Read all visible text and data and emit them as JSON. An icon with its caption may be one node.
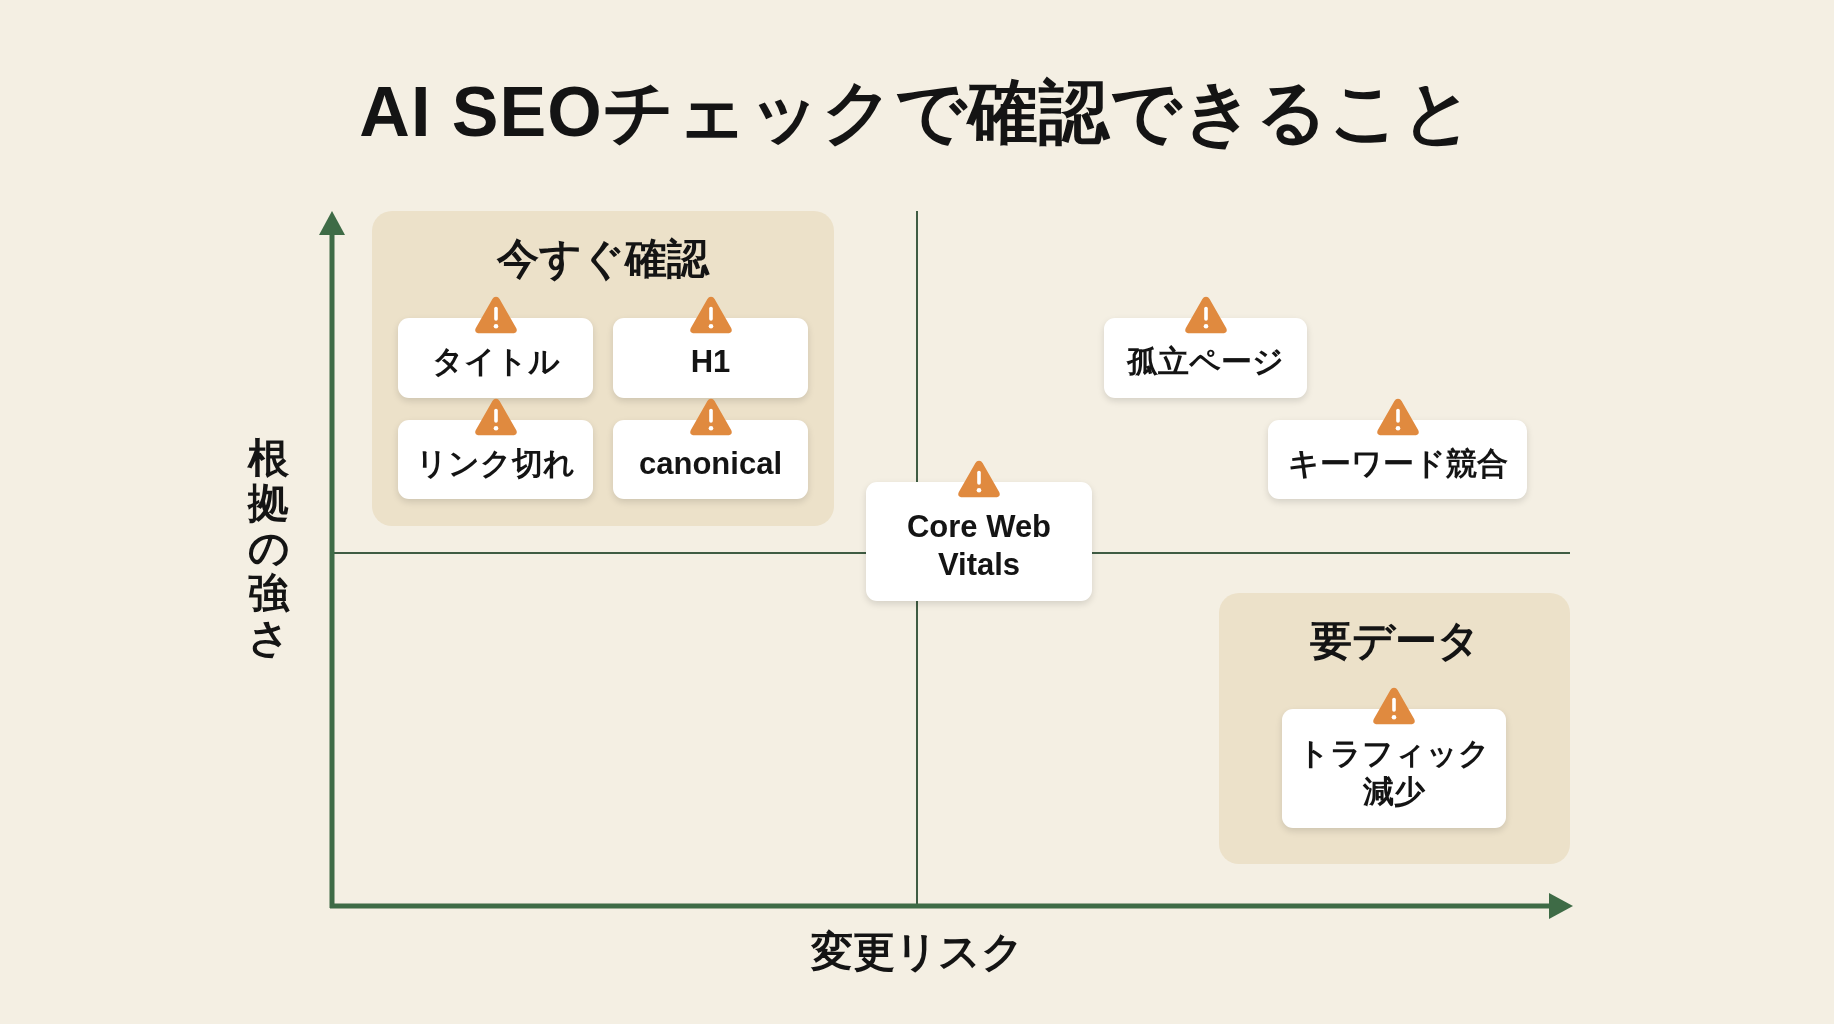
{
  "diagram": {
    "title": "AI SEOチェックで確認できること",
    "nodes": [
      {
        "text": [
          "今すぐ確認"
        ]
      },
      {
        "text": [
          "タイトル"
        ],
        "in": 0
      },
      {
        "text": [
          "H1"
        ],
        "in": 0
      },
      {
        "text": [
          "リンク切れ"
        ],
        "in": 0
      },
      {
        "text": [
          "canonical"
        ],
        "in": 0
      },
      {
        "text": [
          "孤立ページ"
        ]
      },
      {
        "text": [
          "キーワード競合"
        ]
      },
      {
        "text": [
          "Core Web Vitals"
        ]
      },
      {
        "text": [
          "要データ"
        ]
      },
      {
        "text": [
          "トラフィック減少"
        ],
        "in": 8
      }
    ],
    "labels": [
      "根拠の強さ",
      "変更リスク"
    ]
  }
}
